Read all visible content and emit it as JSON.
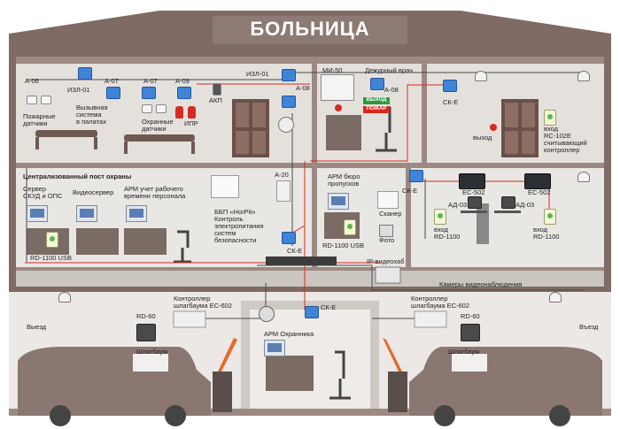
{
  "title": "БОЛЬНИЦА",
  "labels": {
    "a06": "А-06",
    "izl01_top": "ИЗЛ-01",
    "a07_left": "А-07",
    "a07_mid": "А-07",
    "a09": "А-09",
    "akp": "АКП",
    "izl01_center": "ИЗЛ-01",
    "a08_top": "А-08",
    "mi50": "МИ-50",
    "duty_doctor": "Дежурный врач",
    "a08_right": "А-08",
    "exit_sign": "ВЫХОД",
    "fire_sign": "ПОЖАР",
    "ske_top_right": "СК-Е",
    "fire_detectors": "Пожарные\nдатчики",
    "call_system": "Вызывная\nсистема\nв палатах",
    "guard_detectors": "Охранные\nдатчики",
    "ipr": "ИПР",
    "vykhod_button": "выход",
    "vkhod_rc102e": "вход\nRC-102E\nсчитывающий\nконтроллер",
    "central_post": "Централизованный пост охраны",
    "server_skud": "Сервер\nСКУД и ОПС",
    "video_server": "Видеосервер",
    "arm_staff": "АРМ учет рабочего\nвремени персонала",
    "bbp_horpit": "ББП «HorPit»\nКонтроль\nэлектропитания\nсистем\nбезопасности",
    "a20": "А-20",
    "arm_passes": "АРМ бюро\nпропусков",
    "ske_mid": "СК-Е",
    "ec502_left": "ЕС-502",
    "ec502_right": "ЕС-502",
    "ad03_left": "АД-03",
    "ad03_right": "АД-03",
    "scanner": "Сканер",
    "photo": "Фото",
    "rd1100_usb_left": "RD-1100 USB",
    "rd1100_usb_mid": "RD-1100 USB",
    "ske_center": "СК-Е",
    "ip_videohub": "IP-видеохаб",
    "vkhod_rd1100_left": "вход\nRD-1100",
    "vkhod_rd1100_right": "вход\nRD-1100",
    "video_cameras": "Камеры видеонаблюдения",
    "ske_bottom": "СК-Е",
    "ctrl_barrier_left": "Контроллер\nшлагбаума ЕС-602",
    "ctrl_barrier_right": "Контроллер\nшлагбаума ЕС-602",
    "rd60_left": "RD-60",
    "rd60_right": "RD-60",
    "exit_left": "Выезд",
    "entry_right": "Въезд",
    "arm_guard": "АРМ Охранника",
    "barrier_left": "Шлагбаум",
    "barrier_right": "Шлагбаум"
  },
  "colors": {
    "building": "#7f6b63",
    "floor": "#e3e1de",
    "wall_light": "#c7bfb8",
    "accent_red": "#d62a20",
    "controller_blue": "#3f84d6",
    "wire": "#4a4a4a"
  }
}
